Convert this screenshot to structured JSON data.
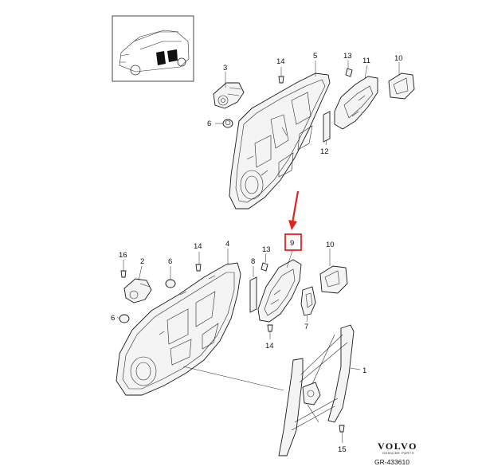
{
  "colors": {
    "line": "#1a1a1a",
    "highlight": "#e3241b",
    "fill": "#f4f4f4"
  },
  "callouts": {
    "c1": "1",
    "c2": "2",
    "c3": "3",
    "c4": "4",
    "c5": "5",
    "c6a": "6",
    "c6b": "6",
    "c6c": "6",
    "c7": "7",
    "c8": "8",
    "c9": "9",
    "c10a": "10",
    "c10b": "10",
    "c11": "11",
    "c12": "12",
    "c13a": "13",
    "c13b": "13",
    "c14a": "14",
    "c14b": "14",
    "c14c": "14",
    "c15": "15",
    "c16": "16"
  },
  "highlighted_callout": "9",
  "brand": {
    "name": "VOLVO",
    "tagline": "GENUINE PARTS",
    "ref": "GR-433610"
  }
}
